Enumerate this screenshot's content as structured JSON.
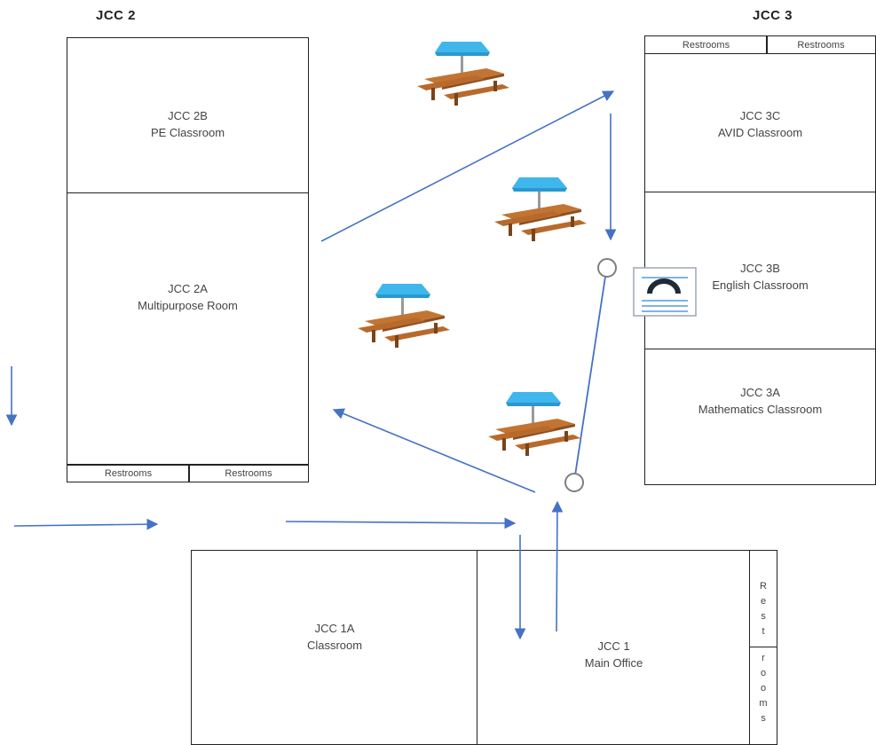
{
  "buildings": {
    "jcc2": {
      "title": "JCC 2",
      "rooms": {
        "r2b": {
          "code": "JCC 2B",
          "name": "PE Classroom"
        },
        "r2a": {
          "code": "JCC 2A",
          "name": "Multipurpose Room"
        }
      },
      "restrooms": [
        "Restrooms",
        "Restrooms"
      ]
    },
    "jcc3": {
      "title": "JCC 3",
      "restrooms": [
        "Restrooms",
        "Restrooms"
      ],
      "rooms": {
        "r3c": {
          "code": "JCC 3C",
          "name": "AVID Classroom"
        },
        "r3b": {
          "code": "JCC 3B",
          "name": "English Classroom"
        },
        "r3a": {
          "code": "JCC 3A",
          "name": "Mathematics Classroom"
        }
      }
    },
    "jcc1": {
      "rooms": {
        "r1a": {
          "code": "JCC 1A",
          "name": "Classroom"
        },
        "r1": {
          "code": "JCC 1",
          "name": "Main Office"
        }
      },
      "restroom_letters_top": [
        "R",
        "e",
        "s",
        "t"
      ],
      "restroom_letters_bottom": [
        "r",
        "o",
        "o",
        "m",
        "s"
      ]
    }
  },
  "icons": {
    "picnic_table": "picnic-table-icon",
    "text_tool": "text-box-cursor-icon"
  },
  "colors": {
    "arrow": "#4472c4",
    "outline": "#222222",
    "umbrella": "#3fb7ec",
    "table_wood": "#b86a2c"
  }
}
